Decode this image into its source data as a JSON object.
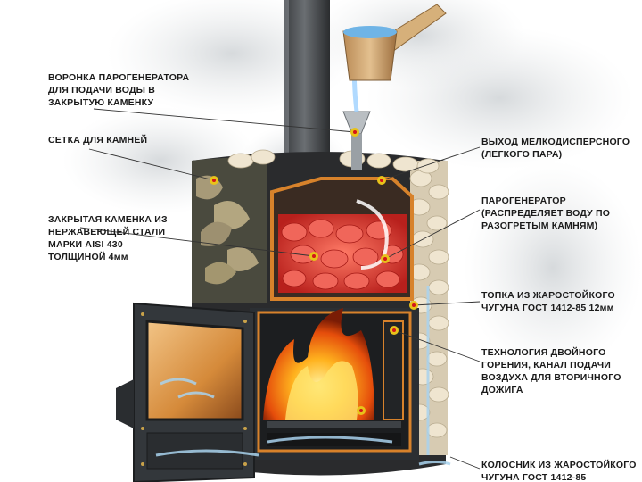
{
  "labels": {
    "funnel": [
      "ВОРОНКА ПАРОГЕНЕРАТОРА",
      "ДЛЯ ПОДАЧИ ВОДЫ В",
      "ЗАКРЫТУЮ КАМЕНКУ"
    ],
    "mesh": [
      "СЕТКА ДЛЯ КАМНЕЙ"
    ],
    "closed_heater": [
      "ЗАКРЫТАЯ КАМЕНКА ИЗ",
      "НЕРЖАВЕЮЩЕЙ СТАЛИ",
      "МАРКИ AISI 430",
      "ТОЛЩИНОЙ 4мм"
    ],
    "steam_outlet": [
      "ВЫХОД МЕЛКОДИСПЕРСНОГО",
      "(ЛЕГКОГО ПАРА)"
    ],
    "steam_generator": [
      "ПАРОГЕНЕРАТОР",
      "(РАСПРЕДЕЛЯЕТ ВОДУ ПО",
      "РАЗОГРЕТЫМ КАМНЯМ)"
    ],
    "firebox": [
      "ТОПКА ИЗ ЖАРОСТОЙКОГО",
      "ЧУГУНА ГОСТ 1412-85  12мм"
    ],
    "double_burning": [
      "ТЕХНОЛОГИЯ ДВОЙНОГО",
      "ГОРЕНИЯ, КАНАЛ ПОДАЧИ",
      "ВОЗДУХА ДЛЯ ВТОРИЧНОГО",
      "ДОЖИГА"
    ],
    "grate": [
      "КОЛОСНИК ИЗ ЖАРОСТОЙКОГО",
      "ЧУГУНА ГОСТ 1412-85"
    ]
  },
  "colors": {
    "marker": "#e8c21a",
    "marker_center": "#d4141a",
    "leader_line": "#333333",
    "body_metal": "#2b2f33",
    "copper": "#d7822b",
    "fire": "#ff7a10",
    "stones": "#e9dcc3",
    "heater_stones": "#e0524a"
  }
}
